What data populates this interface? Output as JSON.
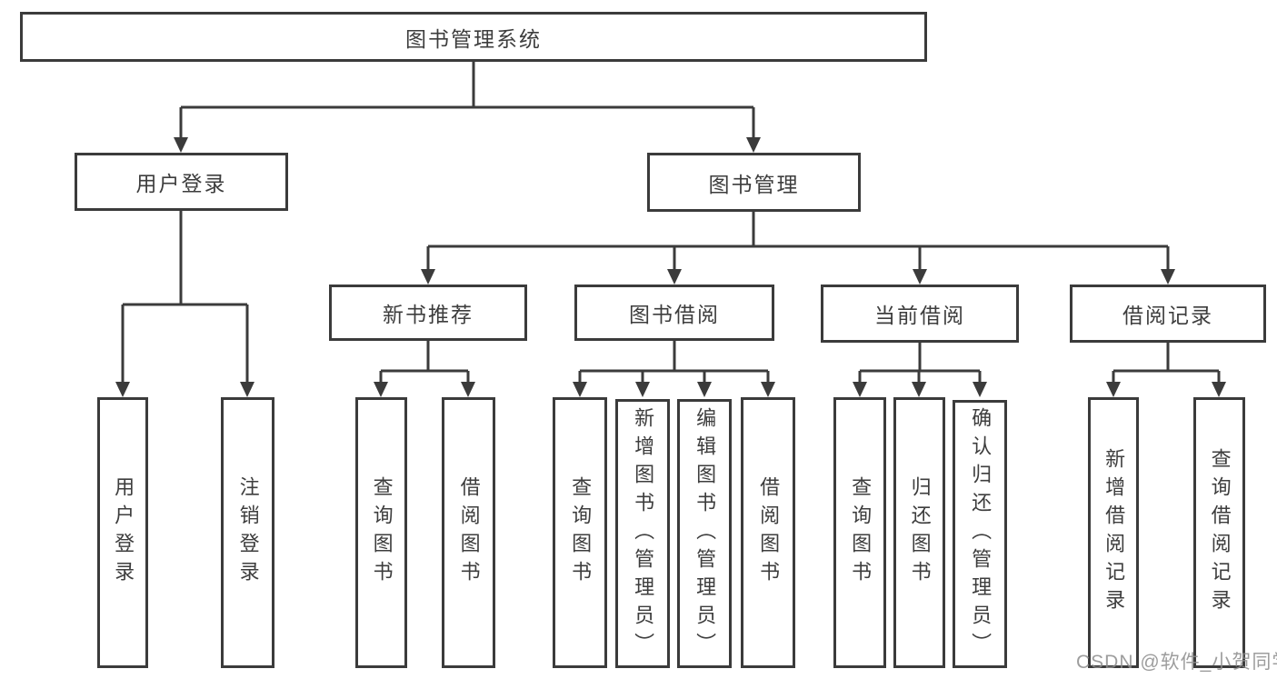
{
  "diagram_title": "图书管理系统",
  "tree": {
    "label": "图书管理系统",
    "children": [
      {
        "label": "用户登录",
        "children": [
          {
            "label": "用户登录"
          },
          {
            "label": "注销登录"
          }
        ]
      },
      {
        "label": "图书管理",
        "children": [
          {
            "label": "新书推荐",
            "children": [
              {
                "label": "查询图书"
              },
              {
                "label": "借阅图书"
              }
            ]
          },
          {
            "label": "图书借阅",
            "children": [
              {
                "label": "查询图书"
              },
              {
                "label": "新增图书（管理员）"
              },
              {
                "label": "编辑图书（管理员）"
              },
              {
                "label": "借阅图书"
              }
            ]
          },
          {
            "label": "当前借阅",
            "children": [
              {
                "label": "查询图书"
              },
              {
                "label": "归还图书"
              },
              {
                "label": "确认归还（管理员）"
              }
            ]
          },
          {
            "label": "借阅记录",
            "children": [
              {
                "label": "新增借阅记录"
              },
              {
                "label": "查询借阅记录"
              }
            ]
          }
        ]
      }
    ]
  },
  "watermark": {
    "text": "CSDN @软件_小贺同学"
  },
  "colors": {
    "line": "#3b3b3b",
    "text": "#3d3d3d",
    "watermark": "#8c8c8c",
    "background": "#ffffff"
  }
}
